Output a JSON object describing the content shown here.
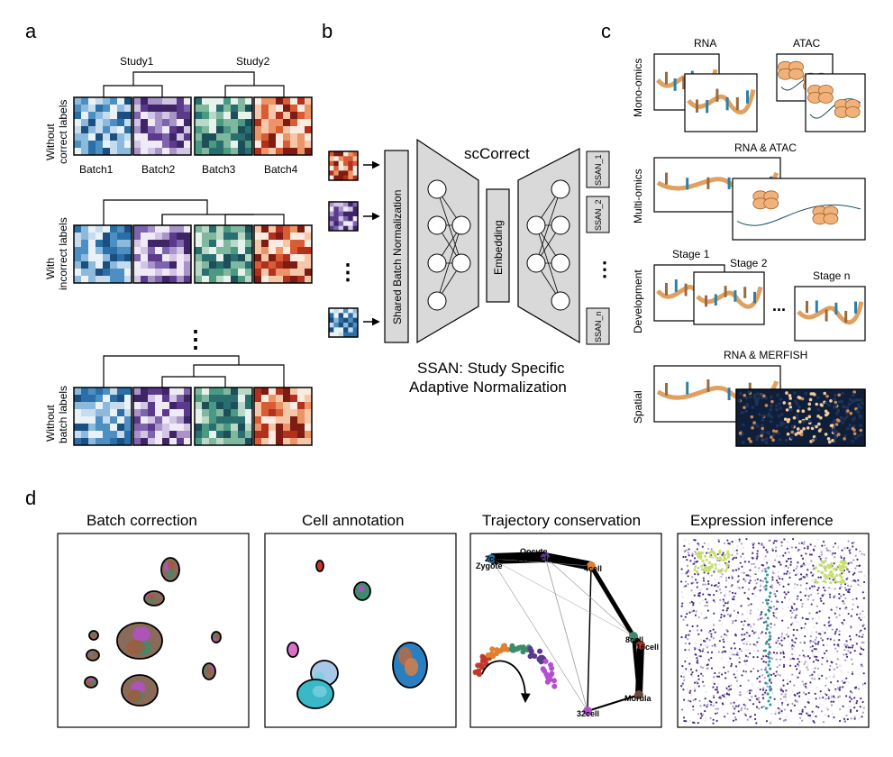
{
  "panel_letters": {
    "a": "a",
    "b": "b",
    "c": "c",
    "d": "d"
  },
  "panel_a": {
    "study1": "Study1",
    "study2": "Study2",
    "batches": [
      "Batch1",
      "Batch2",
      "Batch3",
      "Batch4"
    ],
    "row1_label": [
      "Without",
      "correct labels"
    ],
    "row2_label": [
      "With",
      "incorrect labels"
    ],
    "row3_label": [
      "Without",
      "batch labels"
    ],
    "ellipsis": "⋮"
  },
  "panel_b": {
    "title": "scCorrect",
    "shared_bn": "Shared Batch Normalization",
    "embedding": "Embedding",
    "ssan_labels": [
      "SSAN_1",
      "SSAN_2",
      "SSAN_n"
    ],
    "ellipsis": "⋮",
    "caption_line1": "SSAN: Study Specific",
    "caption_line2": "Adaptive Normalization"
  },
  "panel_c": {
    "rna": "RNA",
    "atac": "ATAC",
    "mono": "Mono-omics",
    "multi": "Multi-omics",
    "rna_atac": "RNA & ATAC",
    "development": "Development",
    "stage1": "Stage 1",
    "stage2": "Stage 2",
    "stagen": "Stage n",
    "dots": "...",
    "spatial": "Spatial",
    "rna_merfish": "RNA & MERFISH"
  },
  "panel_d": {
    "titles": [
      "Batch correction",
      "Cell annotation",
      "Trajectory conservation",
      "Expression inference"
    ],
    "trajectory_nodes": [
      "2cell",
      "Zygote",
      "Oocyte",
      "Pronuclear",
      "4cell",
      "8cell",
      "16cell",
      "32cell",
      "Morula"
    ]
  },
  "colors": {
    "blue": "#2a6fa8",
    "purple": "#5b3a8c",
    "teal": "#2a6f6f",
    "red": "#b2301e",
    "orange_curve": "#e0a060",
    "nn_fill": "#d9d9d9"
  }
}
